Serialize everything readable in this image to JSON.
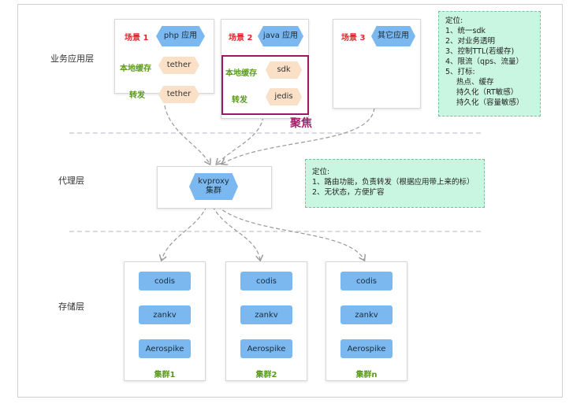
{
  "layers": {
    "business": "业务应用层",
    "proxy": "代理层",
    "storage": "存储层"
  },
  "scenes": [
    {
      "label": "场景 1",
      "app": "php 应用",
      "rows": [
        {
          "label": "本地缓存",
          "item": "tether"
        },
        {
          "label": "转发",
          "item": "tether"
        }
      ]
    },
    {
      "label": "场景 2",
      "app": "java 应用",
      "rows": [
        {
          "label": "本地缓存",
          "item": "sdk"
        },
        {
          "label": "转发",
          "item": "jedis"
        }
      ]
    },
    {
      "label": "场景 3",
      "app": "其它应用",
      "rows": []
    }
  ],
  "focus_label": "聚焦",
  "notes": {
    "business": [
      "定位:",
      "1、统一sdk",
      "2、对业务透明",
      "3、控制TTL(若缓存)",
      "4、限流（qps、流量）",
      "5、打标:",
      "热点、缓存",
      "持久化（RT敏感）",
      "持久化（容量敏感）"
    ],
    "proxy": [
      "定位:",
      "1、路由功能，负责转发（根据应用带上来的标）",
      "2、无状态，方便扩容"
    ]
  },
  "proxy": {
    "line1": "kvproxy",
    "line2": "集群"
  },
  "clusters": [
    {
      "items": [
        "codis",
        "zankv",
        "Aerospike"
      ],
      "label": "集群1"
    },
    {
      "items": [
        "codis",
        "zankv",
        "Aerospike"
      ],
      "label": "集群2"
    },
    {
      "items": [
        "codis",
        "zankv",
        "Aerospike"
      ],
      "label": "集群n"
    }
  ],
  "colors": {
    "hex_blue": "#7ab8ef",
    "hex_peach": "#fbe0c8",
    "note_green": "#c9f6e1",
    "focus": "#9b1a66"
  }
}
